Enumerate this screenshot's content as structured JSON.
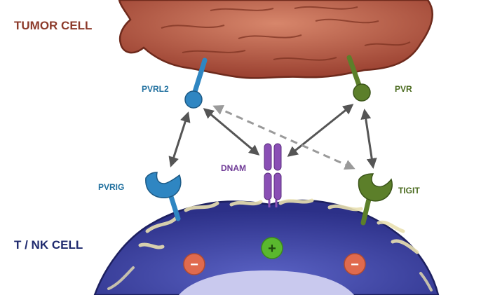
{
  "labels": {
    "tumor_cell": "TUMOR CELL",
    "tnk_cell": "T / NK CELL",
    "pvrl2": "PVRL2",
    "pvr": "PVR",
    "dnam": "DNAM",
    "pvrig": "PVRIG",
    "tigit": "TIGIT",
    "plus": "+",
    "minus": "−"
  },
  "colors": {
    "tumor_fill": "#b5563f",
    "tumor_dark": "#6e2a1c",
    "tumor_label": "#8c3a2a",
    "tnk_fill": "#3a3f9a",
    "tnk_dark": "#1d2060",
    "tnk_label": "#1f2a6e",
    "tnk_highlight": "#e9e0b0",
    "nucleus": "#c9c9ee",
    "blue_receptor": "#2f86c2",
    "blue_label": "#1f6f9e",
    "green_receptor": "#5c7f2a",
    "green_label": "#4a6a1e",
    "purple_receptor": "#8a4fb5",
    "purple_label": "#6f3a96",
    "arrow_solid": "#555555",
    "arrow_dashed": "#9a9a9a",
    "plus_badge": "#5ab82e",
    "minus_badge": "#e06a4e"
  },
  "interactions": [
    {
      "from": "PVRL2",
      "to": "PVRIG",
      "style": "solid"
    },
    {
      "from": "PVRL2",
      "to": "DNAM",
      "style": "solid"
    },
    {
      "from": "PVR",
      "to": "DNAM",
      "style": "solid"
    },
    {
      "from": "PVR",
      "to": "TIGIT",
      "style": "solid"
    },
    {
      "from": "PVRL2",
      "to": "TIGIT",
      "style": "dashed"
    }
  ]
}
